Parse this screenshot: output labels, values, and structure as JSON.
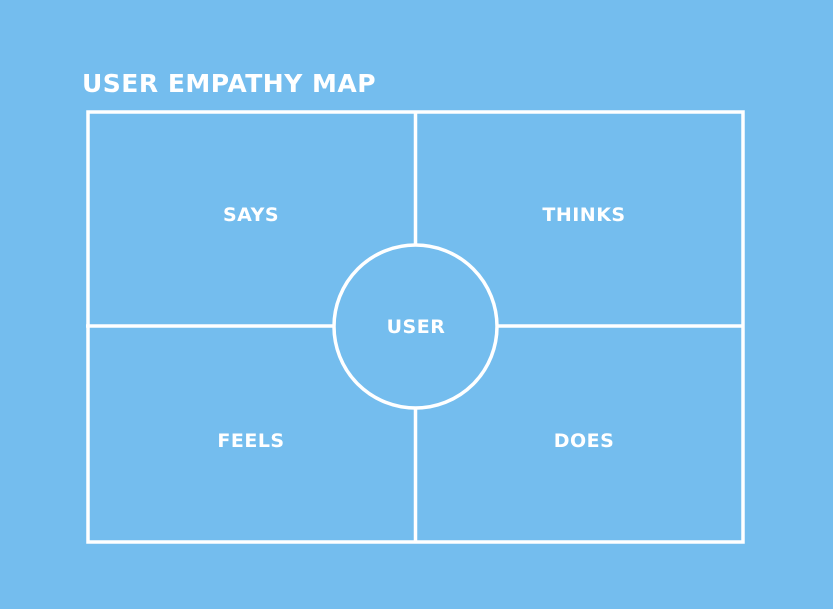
{
  "title": "USER EMPATHY MAP",
  "quadrants": {
    "says": "SAYS",
    "thinks": "THINKS",
    "feels": "FEELS",
    "does": "DOES"
  },
  "center": "USER",
  "colors": {
    "background": "#74bdee",
    "lines": "#ffffff",
    "text": "#ffffff"
  }
}
